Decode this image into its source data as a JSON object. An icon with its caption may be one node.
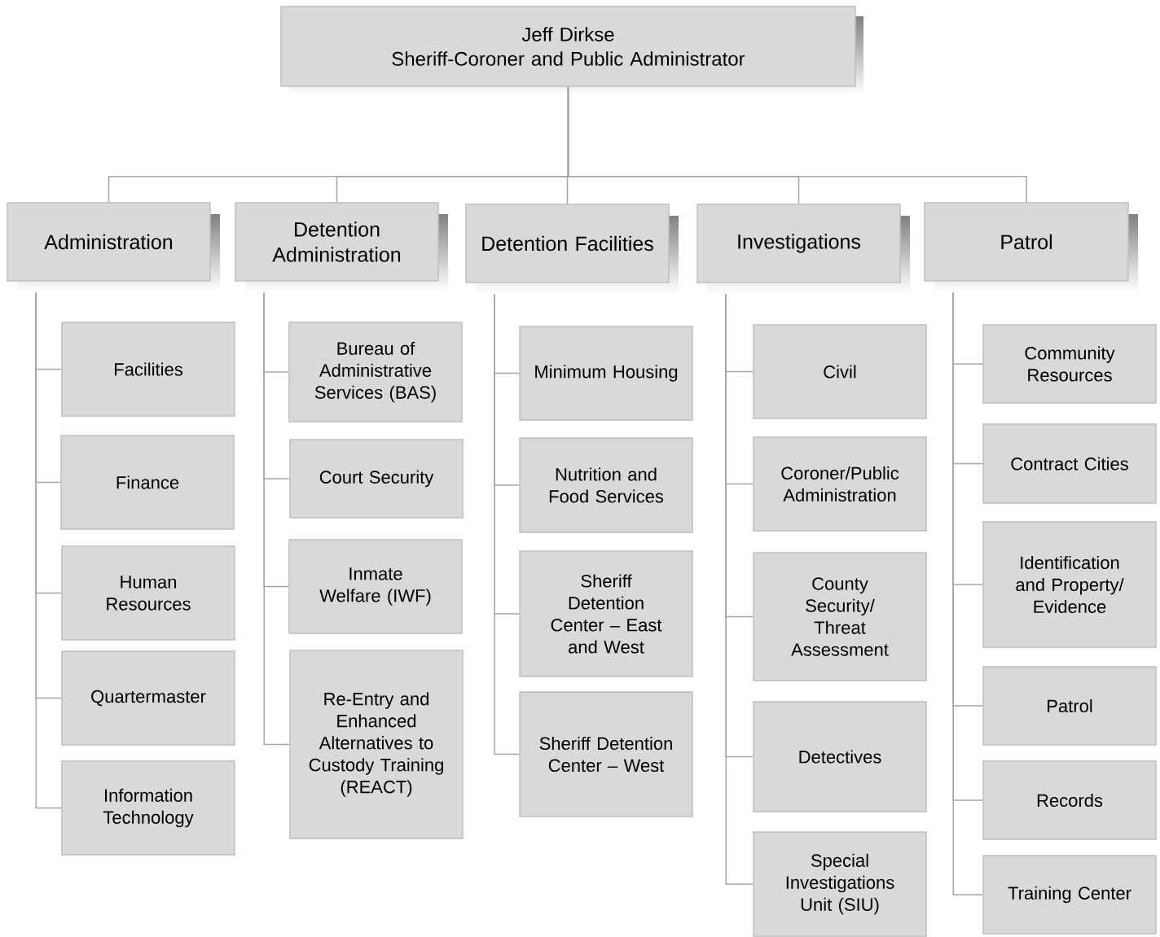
{
  "diagram": {
    "nodes": [
      {
        "text": [
          "Jeff Dirkse",
          "Sheriff-Coroner and Public Administrator"
        ]
      },
      {
        "text": [
          "Administration"
        ]
      },
      {
        "text": [
          "Detention Administration"
        ]
      },
      {
        "text": [
          "Detention Facilities"
        ]
      },
      {
        "text": [
          "Investigations"
        ]
      },
      {
        "text": [
          "Patrol"
        ]
      },
      {
        "text": [
          "Facilities"
        ]
      },
      {
        "text": [
          "Finance"
        ]
      },
      {
        "text": [
          "Human Resources"
        ]
      },
      {
        "text": [
          "Quartermaster"
        ]
      },
      {
        "text": [
          "Information Technology"
        ]
      },
      {
        "text": [
          "Bureau of Administrative Services (BAS)"
        ]
      },
      {
        "text": [
          "Court Security"
        ]
      },
      {
        "text": [
          "Inmate Welfare (IWF)"
        ]
      },
      {
        "text": [
          "Re-Entry and Enhanced Alternatives to Custody Training (REACT)"
        ]
      },
      {
        "text": [
          "Minimum Housing"
        ]
      },
      {
        "text": [
          "Nutrition and Food Services"
        ]
      },
      {
        "text": [
          "Sheriff Detention Center – East and West"
        ]
      },
      {
        "text": [
          "Sheriff Detention Center – West"
        ]
      },
      {
        "text": [
          "Civil"
        ]
      },
      {
        "text": [
          "Coroner/Public Administration"
        ]
      },
      {
        "text": [
          "County Security/ Threat Assessment"
        ]
      },
      {
        "text": [
          "Detectives"
        ]
      },
      {
        "text": [
          "Special Investigations Unit (SIU)"
        ]
      },
      {
        "text": [
          "Community Resources"
        ]
      },
      {
        "text": [
          "Contract Cities"
        ]
      },
      {
        "text": [
          "Identification and Property/ Evidence"
        ]
      },
      {
        "text": [
          "Patrol"
        ]
      },
      {
        "text": [
          "Records"
        ]
      },
      {
        "text": [
          "Training Center"
        ]
      }
    ],
    "edges": [
      {
        "from": 0,
        "to": 1,
        "arrow": "none"
      },
      {
        "from": 0,
        "to": 2,
        "arrow": "none"
      },
      {
        "from": 0,
        "to": 3,
        "arrow": "none"
      },
      {
        "from": 0,
        "to": 4,
        "arrow": "none"
      },
      {
        "from": 0,
        "to": 5,
        "arrow": "none"
      },
      {
        "from": 1,
        "to": 6,
        "arrow": "none"
      },
      {
        "from": 1,
        "to": 7,
        "arrow": "none"
      },
      {
        "from": 1,
        "to": 8,
        "arrow": "none"
      },
      {
        "from": 1,
        "to": 9,
        "arrow": "none"
      },
      {
        "from": 1,
        "to": 10,
        "arrow": "none"
      },
      {
        "from": 2,
        "to": 11,
        "arrow": "none"
      },
      {
        "from": 2,
        "to": 12,
        "arrow": "none"
      },
      {
        "from": 2,
        "to": 13,
        "arrow": "none"
      },
      {
        "from": 2,
        "to": 14,
        "arrow": "none"
      },
      {
        "from": 3,
        "to": 15,
        "arrow": "none"
      },
      {
        "from": 3,
        "to": 16,
        "arrow": "none"
      },
      {
        "from": 3,
        "to": 17,
        "arrow": "none"
      },
      {
        "from": 3,
        "to": 18,
        "arrow": "none"
      },
      {
        "from": 4,
        "to": 19,
        "arrow": "none"
      },
      {
        "from": 4,
        "to": 20,
        "arrow": "none"
      },
      {
        "from": 4,
        "to": 21,
        "arrow": "none"
      },
      {
        "from": 4,
        "to": 22,
        "arrow": "none"
      },
      {
        "from": 4,
        "to": 23,
        "arrow": "none"
      },
      {
        "from": 5,
        "to": 24,
        "arrow": "none"
      },
      {
        "from": 5,
        "to": 25,
        "arrow": "none"
      },
      {
        "from": 5,
        "to": 26,
        "arrow": "none"
      },
      {
        "from": 5,
        "to": 27,
        "arrow": "none"
      },
      {
        "from": 5,
        "to": 28,
        "arrow": "none"
      },
      {
        "from": 5,
        "to": 29,
        "arrow": "none"
      }
    ]
  }
}
